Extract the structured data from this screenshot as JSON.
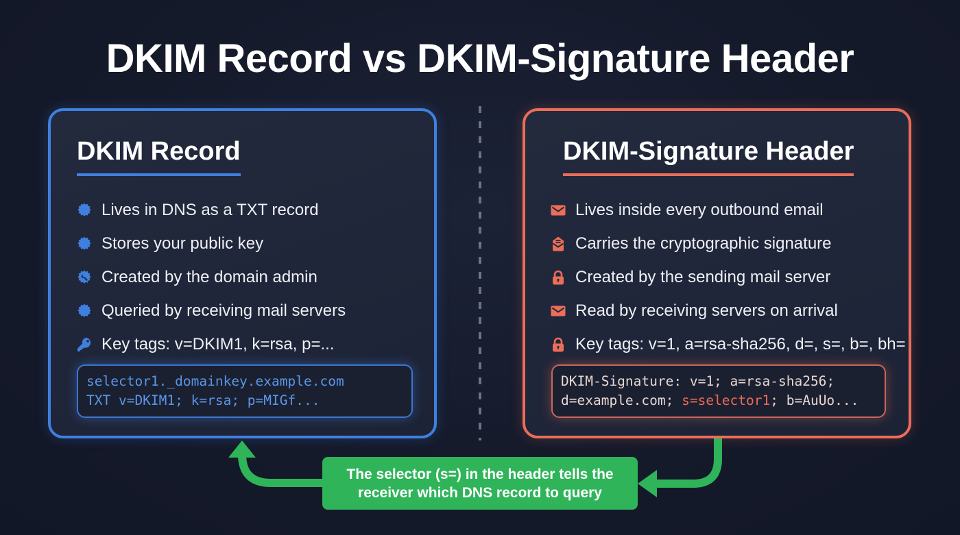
{
  "title": "DKIM Record vs DKIM-Signature Header",
  "colors": {
    "background": "#151a2b",
    "record_accent": "#3f7fe0",
    "header_accent": "#ec6d58",
    "callout_green": "#2fb45a"
  },
  "left_card": {
    "title": "DKIM Record",
    "items": [
      {
        "icon": "gear-badge-icon",
        "text": "Lives in DNS as a TXT record"
      },
      {
        "icon": "gear-badge-icon",
        "text": "Stores your public key"
      },
      {
        "icon": "gear-wrench-icon",
        "text": "Created by the domain admin"
      },
      {
        "icon": "gear-badge-icon",
        "text": "Queried by receiving mail servers"
      },
      {
        "icon": "key-icon",
        "text": "Key tags: v=DKIM1, k=rsa, p=..."
      }
    ],
    "code": {
      "line1": "selector1._domainkey.example.com",
      "line2": "TXT v=DKIM1; k=rsa; p=MIGf..."
    }
  },
  "right_card": {
    "title": "DKIM-Signature Header",
    "items": [
      {
        "icon": "envelope-icon",
        "text": "Lives inside every outbound email"
      },
      {
        "icon": "open-envelope-icon",
        "text": "Carries the cryptographic signature"
      },
      {
        "icon": "lock-icon",
        "text": "Created by the sending mail server"
      },
      {
        "icon": "envelope-icon",
        "text": "Read by receiving servers on arrival"
      },
      {
        "icon": "lock-icon",
        "text": "Key tags: v=1, a=rsa-sha256, d=, s=, b=, bh="
      }
    ],
    "code": {
      "line1": "DKIM-Signature: v=1; a=rsa-sha256;",
      "line2_pre": "d=example.com; ",
      "line2_highlight": "s=selector1",
      "line2_post": "; b=AuUo..."
    }
  },
  "callout": {
    "line1": "The selector (s=) in the header tells the",
    "line2": "receiver which DNS record to query"
  }
}
